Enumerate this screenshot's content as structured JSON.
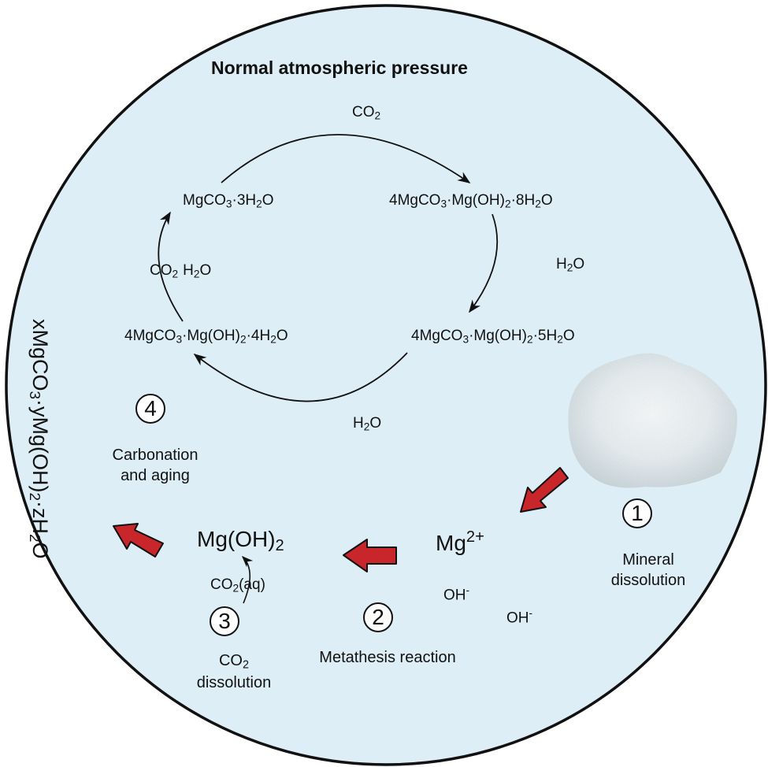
{
  "title": "Normal atmospheric pressure",
  "colors": {
    "background_fill": "#deeef6",
    "outline": "#111111",
    "arrow_red": "#c8262a"
  },
  "cycle": {
    "compounds": {
      "top_left": {
        "pre": "MgCO",
        "sub1": "3",
        "mid": "·3H",
        "sub2": "2",
        "post": "O"
      },
      "top_right": {
        "pre": "4MgCO",
        "sub1": "3",
        "mid": "·Mg(OH)",
        "sub2": "2",
        "mid2": "·8H",
        "sub3": "2",
        "post": "O"
      },
      "bottom_right": {
        "pre": "4MgCO",
        "sub1": "3",
        "mid": "·Mg(OH)",
        "sub2": "2",
        "mid2": "·5H",
        "sub3": "2",
        "post": "O"
      },
      "bottom_left": {
        "pre": "4MgCO",
        "sub1": "3",
        "mid": "·Mg(OH)",
        "sub2": "2",
        "mid2": "·4H",
        "sub3": "2",
        "post": "O"
      }
    },
    "reagents": {
      "top": {
        "pre": "CO",
        "sub": "2"
      },
      "right": {
        "pre": "H",
        "sub": "2",
        "post": "O"
      },
      "bottom": {
        "pre": "H",
        "sub": "2",
        "post": "O"
      },
      "left": {
        "pre": "CO",
        "sub": "2",
        "mid": "H",
        "sub2": "2",
        "post": "O"
      }
    }
  },
  "product": {
    "p1": "xMgCO",
    "s1": "3",
    "p2": "·yMg(OH)",
    "s2": "2",
    "p3": "·zH",
    "s3": "2",
    "p4": "O"
  },
  "species": {
    "mg_oh2": {
      "pre": "Mg(OH)",
      "sub": "2"
    },
    "mg2": {
      "pre": "Mg",
      "sup": "2+"
    },
    "oh1": {
      "pre": "OH",
      "sup": "-"
    },
    "oh2": {
      "pre": "OH",
      "sup": "-"
    },
    "co2aq": {
      "pre": "CO",
      "sub": "2",
      "post": "(aq)"
    }
  },
  "steps": [
    {
      "number": "1",
      "line1": "Mineral",
      "line2": "dissolution"
    },
    {
      "number": "2",
      "line1": "Metathesis reaction"
    },
    {
      "number": "3",
      "line1": "CO",
      "line1_sub": "2",
      "line2": "dissolution"
    },
    {
      "number": "4",
      "line1": "Carbonation",
      "line2": "and aging"
    }
  ],
  "image": {
    "icon": "powder-pile-icon",
    "description": "white mineral powder pile"
  }
}
